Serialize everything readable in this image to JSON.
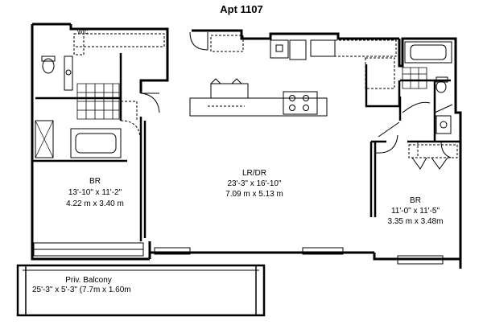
{
  "plan": {
    "title": "Apt 1107",
    "wic_label": "WIC",
    "rooms": {
      "br_left": {
        "name": "BR",
        "dim_imperial": "13'-10\" x 11'-2\"",
        "dim_metric": "4.22 m x 3.40 m"
      },
      "lr_dr": {
        "name": "LR/DR",
        "dim_imperial": "23'-3\" x 16'-10\"",
        "dim_metric": "7.09 m x 5.13 m"
      },
      "br_right": {
        "name": "BR",
        "dim_imperial": "11'-0\" x 11'-5\"",
        "dim_metric": "3.35 m x 3.48m"
      },
      "balcony": {
        "name": "Priv. Balcony",
        "dims": "25'-3\" x 5'-3\"  (7.7m x 1.60m"
      }
    }
  }
}
